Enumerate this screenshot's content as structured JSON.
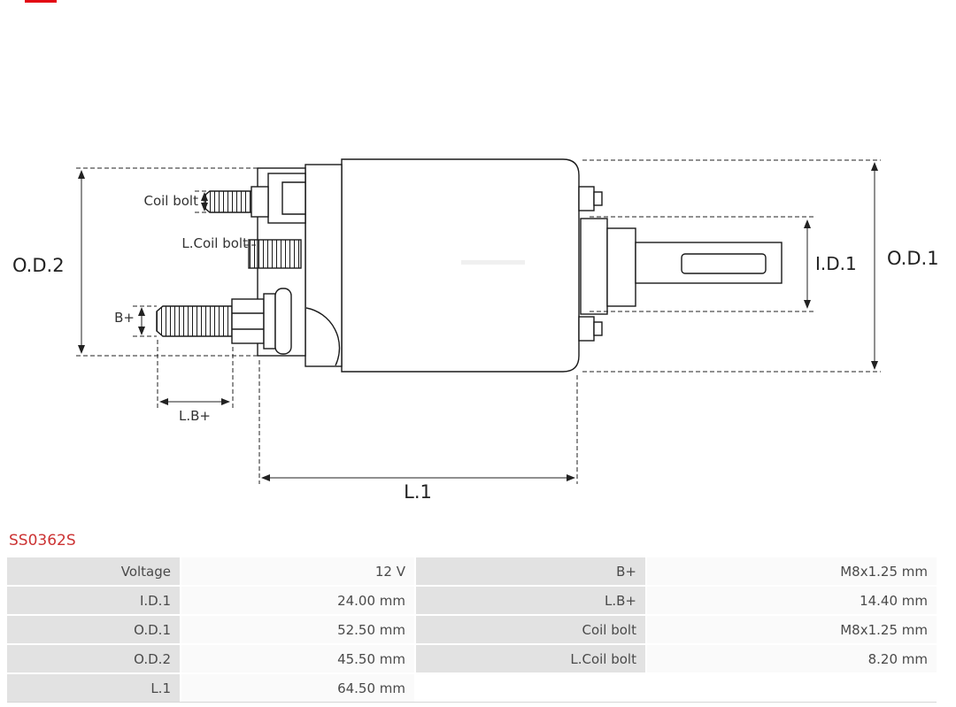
{
  "part_number": "SS0362S",
  "brand": {
    "logo_fragment_color": "#e30613"
  },
  "diagram": {
    "type": "starter-solenoid-technical-drawing",
    "labels": {
      "od2": "O.D.2",
      "od1": "O.D.1",
      "id1": "I.D.1",
      "coil_bolt": "Coil bolt",
      "l_coil_bolt": "L.Coil bolt",
      "b_plus": "B+",
      "l_b_plus": "L.B+",
      "l1": "L.1"
    }
  },
  "spec_table": {
    "rows": [
      [
        "Voltage",
        "12 V",
        "B+",
        "M8x1.25 mm"
      ],
      [
        "I.D.1",
        "24.00 mm",
        "L.B+",
        "14.40 mm"
      ],
      [
        "O.D.1",
        "52.50 mm",
        "Coil bolt",
        "M8x1.25 mm"
      ],
      [
        "O.D.2",
        "45.50 mm",
        "L.Coil bolt",
        "8.20 mm"
      ],
      [
        "L.1",
        "64.50 mm",
        "",
        ""
      ]
    ]
  }
}
